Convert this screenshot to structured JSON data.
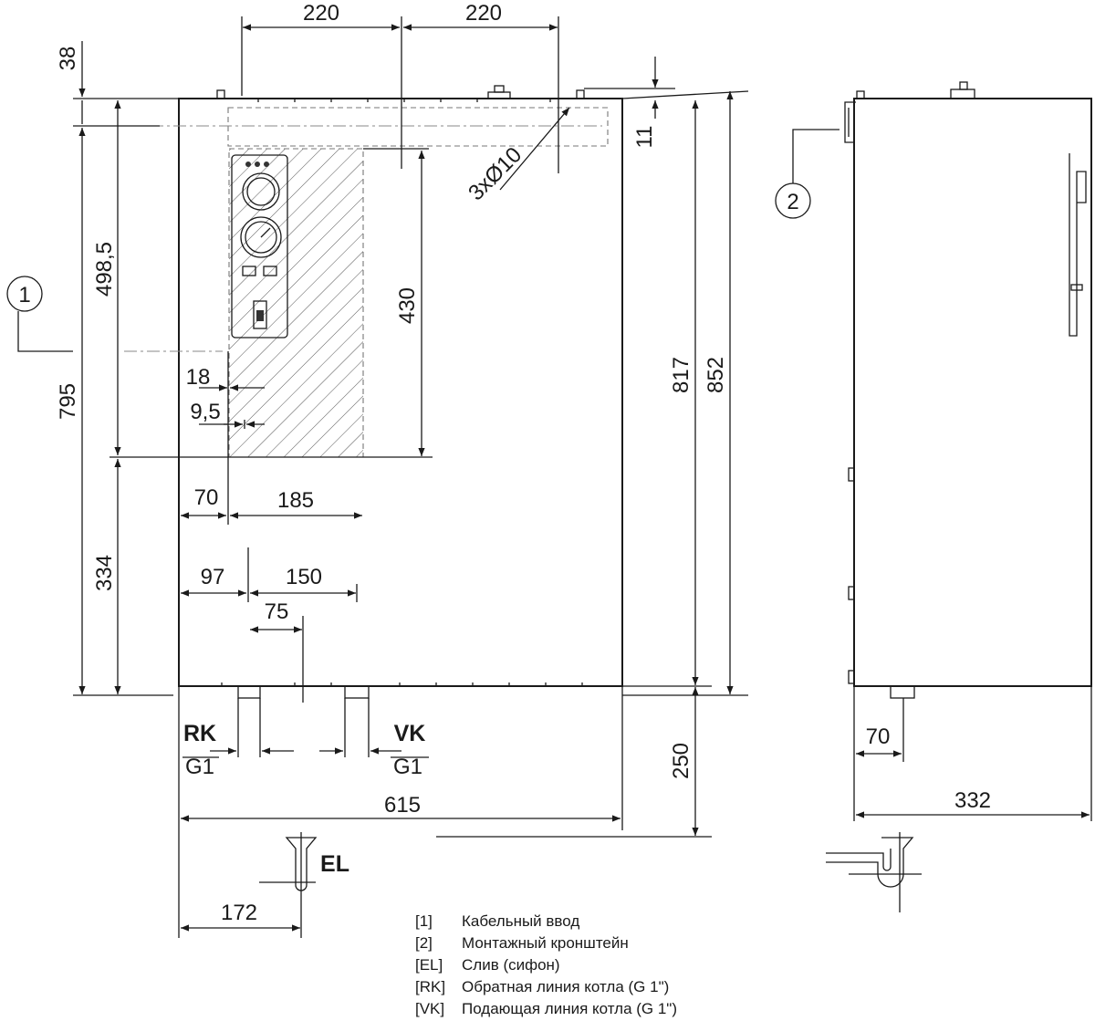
{
  "dimensions": {
    "top_220_left": "220",
    "top_220_right": "220",
    "d38": "38",
    "d11": "11",
    "holes": "3xØ10",
    "d498_5": "498,5",
    "d795": "795",
    "d334": "334",
    "d430": "430",
    "d817": "817",
    "d852": "852",
    "d18": "18",
    "d9_5": "9,5",
    "d70": "70",
    "d185": "185",
    "d97": "97",
    "d150": "150",
    "d75": "75",
    "d250": "250",
    "d615": "615",
    "d172": "172",
    "side_70": "70",
    "side_332": "332"
  },
  "labels": {
    "rk": "RK",
    "rk_thread": "G1",
    "vk": "VK",
    "vk_thread": "G1",
    "el": "EL",
    "callout_1": "1",
    "callout_2": "2"
  },
  "legend": [
    {
      "key": "[1]",
      "text": "Кабельный ввод"
    },
    {
      "key": "[2]",
      "text": "Монтажный кронштейн"
    },
    {
      "key": "[EL]",
      "text": "Слив (сифон)"
    },
    {
      "key": "[RK]",
      "text": "Обратная линия котла (G 1\")"
    },
    {
      "key": "[VK]",
      "text": "Подающая линия котла (G 1\")"
    }
  ]
}
